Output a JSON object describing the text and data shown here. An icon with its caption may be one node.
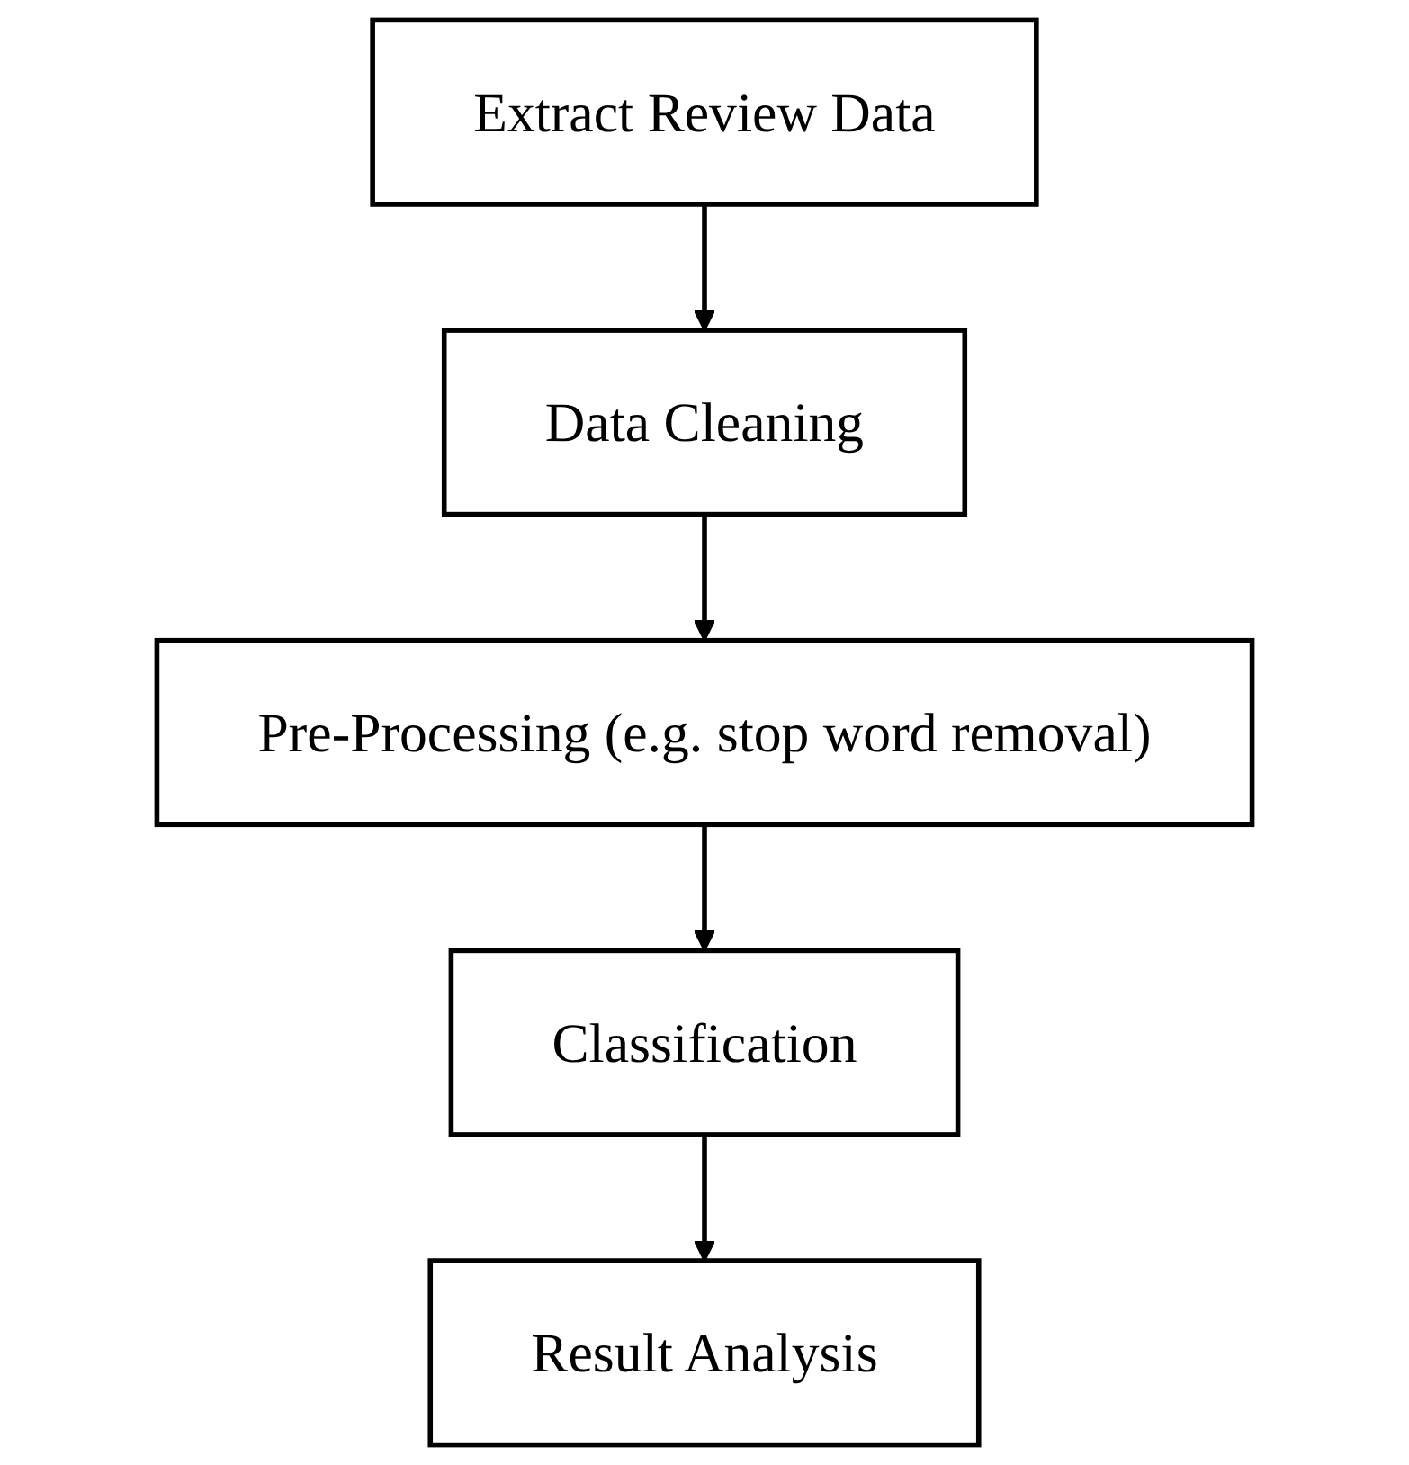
{
  "diagram": {
    "nodes": [
      {
        "text": [
          "Extract Review Data"
        ]
      },
      {
        "text": [
          "Data Cleaning"
        ]
      },
      {
        "text": [
          "Pre-Processing (e.g. stop word removal)"
        ]
      },
      {
        "text": [
          "Classification"
        ]
      },
      {
        "text": [
          "Result Analysis"
        ]
      }
    ],
    "edges": [
      {
        "from": 0,
        "to": 1,
        "arrow": "to"
      },
      {
        "from": 1,
        "to": 2,
        "arrow": "to"
      },
      {
        "from": 2,
        "to": 3,
        "arrow": "to"
      },
      {
        "from": 3,
        "to": 4,
        "arrow": "to"
      }
    ]
  }
}
